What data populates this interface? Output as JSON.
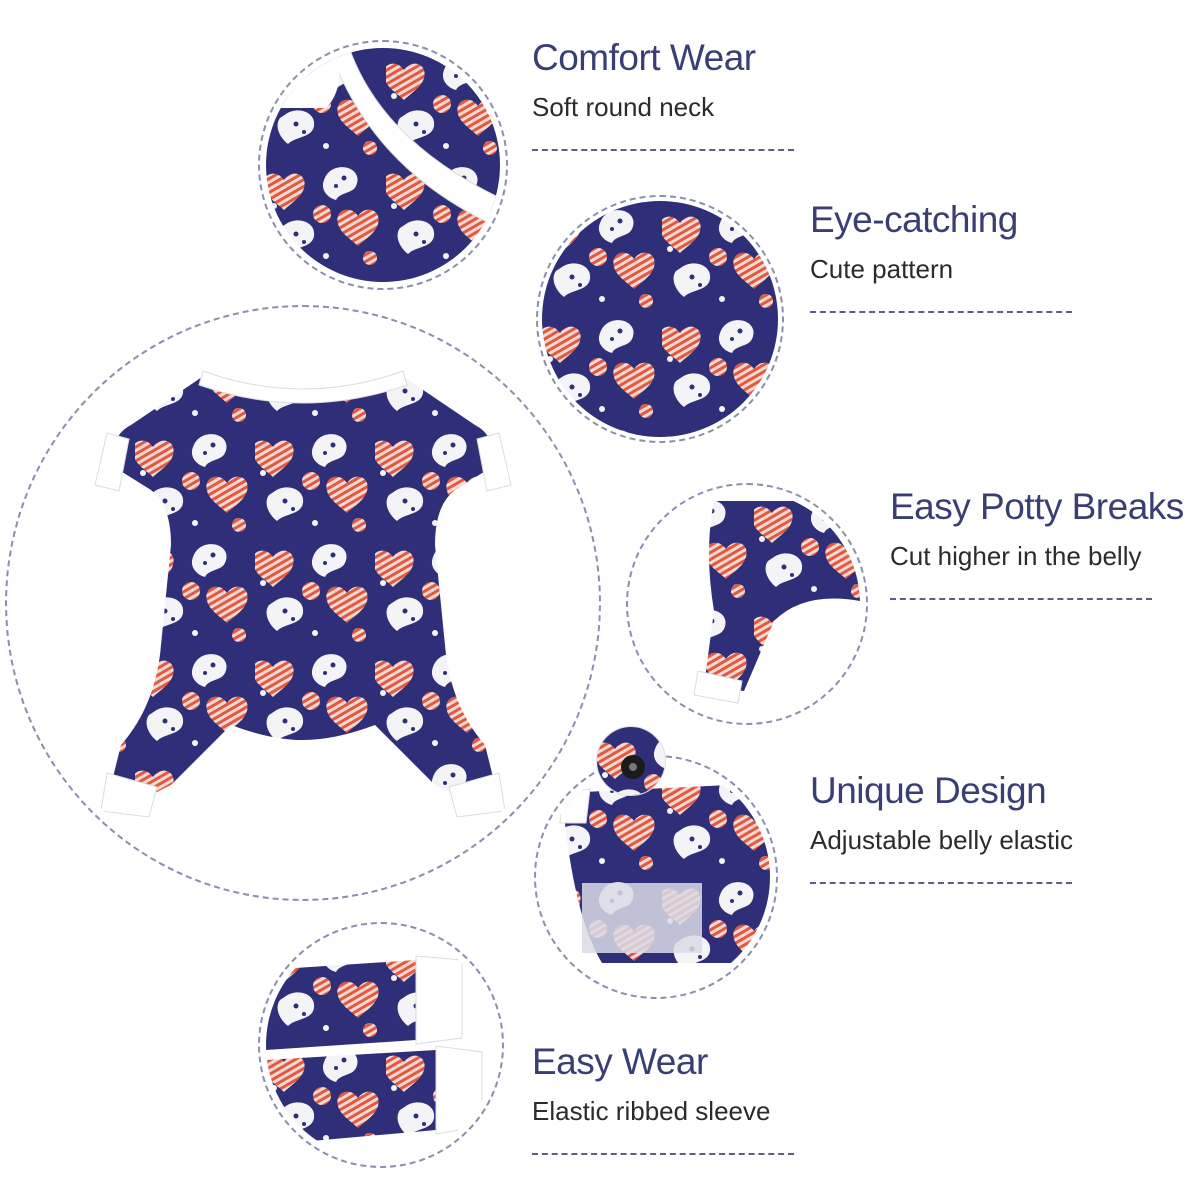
{
  "features": [
    {
      "title": "Comfort Wear",
      "subtitle": "Soft round neck"
    },
    {
      "title": "Eye-catching",
      "subtitle": "Cute pattern"
    },
    {
      "title": "Easy Potty Breaks",
      "subtitle": "Cut higher in the belly"
    },
    {
      "title": "Unique Design",
      "subtitle": "Adjustable belly elastic"
    },
    {
      "title": "Easy Wear",
      "subtitle": "Elastic ribbed sleeve"
    }
  ],
  "colors": {
    "fabric": "#2e2f78",
    "stripe": "#e05a42",
    "spot": "#f4f4f6",
    "cuff": "#ffffff",
    "ring": "#8a8fae",
    "title": "#3a3f73"
  },
  "icons": {
    "pattern": "heart-star-pattern",
    "garment": "dog-pajama-garment"
  }
}
